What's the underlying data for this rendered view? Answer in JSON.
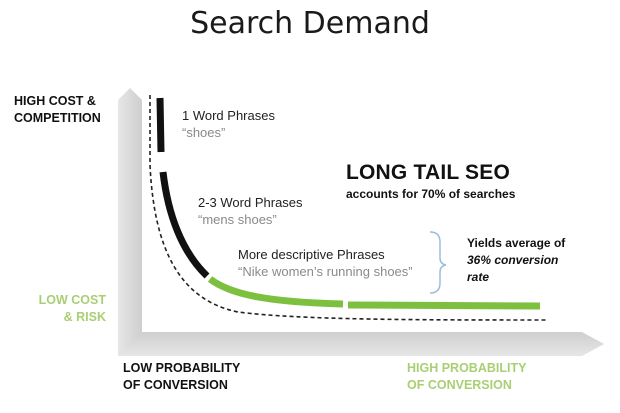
{
  "title": "Search Demand",
  "y_axis": {
    "top_label_line1": "HIGH COST &",
    "top_label_line2": "COMPETITION",
    "bottom_label_line1": "LOW COST",
    "bottom_label_line2": "& RISK"
  },
  "x_axis": {
    "left_label_line1": "LOW PROBABILITY",
    "left_label_line2": "OF CONVERSION",
    "right_label_line1": "HIGH PROBABILITY",
    "right_label_line2": "OF CONVERSION"
  },
  "segments": [
    {
      "label": "1 Word Phrases",
      "example": "“shoes”"
    },
    {
      "label": "2-3 Word Phrases",
      "example": "“mens shoes”"
    },
    {
      "label": "More descriptive  Phrases",
      "example": "“Nike women’s running shoes”"
    }
  ],
  "long_tail": {
    "title": "LONG TAIL SEO",
    "subtitle": "accounts for 70% of searches"
  },
  "yields": {
    "line1": "Yields average of",
    "line2": "36% conversion",
    "line3": "rate"
  },
  "colors": {
    "head_segment": "#111111",
    "tail_segment": "#7dbf3f",
    "axis_shadow": "#d9d9d9",
    "low_cost_text": "#a9cf74",
    "brace": "#9dbbe0"
  }
}
